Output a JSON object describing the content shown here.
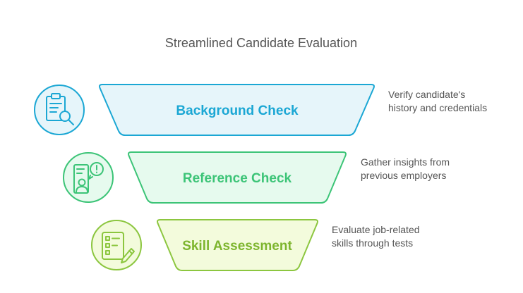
{
  "title": "Streamlined Candidate Evaluation",
  "stages": [
    {
      "label": "Background Check",
      "description_lines": [
        "Verify candidate's",
        "history and credentials"
      ],
      "icon": "clipboard-search-icon",
      "fill": "#e6f5fa",
      "stroke": "#1ba7d4",
      "text_color": "#1ba7d4",
      "icon_fill": "#e6f5fa"
    },
    {
      "label": "Reference Check",
      "description_lines": [
        "Gather insights from",
        "previous employers"
      ],
      "icon": "person-alert-icon",
      "fill": "#e6faee",
      "stroke": "#3cc477",
      "text_color": "#3cc477",
      "icon_fill": "#e6faee"
    },
    {
      "label": "Skill Assessment",
      "description_lines": [
        "Evaluate job-related",
        "skills through tests"
      ],
      "icon": "checklist-pencil-icon",
      "fill": "#f3fbdc",
      "stroke": "#8cc63f",
      "text_color": "#7db52e",
      "icon_fill": "#f3fbdc"
    }
  ]
}
